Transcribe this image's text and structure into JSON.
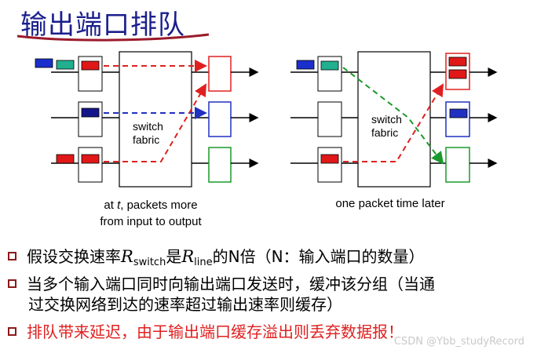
{
  "title": "输出端口排队",
  "diagram": {
    "left": {
      "fabric_line1": "switch",
      "fabric_line2": "fabric",
      "caption_prefix": "at ",
      "caption_t": "t",
      "caption_rest": ", packets more",
      "caption_line2": "from input to output"
    },
    "right": {
      "fabric_line1": "switch",
      "fabric_line2": "fabric",
      "caption": "one packet time later"
    }
  },
  "bullets": {
    "b1_prefix": "假设交换速率",
    "b1_R1": "R",
    "b1_sub1": "switch",
    "b1_mid": "是",
    "b1_R2": "R",
    "b1_sub2": "line",
    "b1_suffix": "的N倍（N：输入端口的数量）",
    "b2_line1": "当多个输入端口同时向输出端口发送时，缓冲该分组（当通",
    "b2_line2": "过交换网络到达的速率超过输出速率则缓存）",
    "b3": "排队带来延迟，由于输出端口缓存溢出则丢弃数据报！"
  },
  "watermark": "CSDN @Ybb_studyRecord",
  "colors": {
    "title": "#1a1f8c",
    "underline": "#9a1a2a",
    "red": "#e02020",
    "blue": "#1a1fa0",
    "green": "#1a9a2a",
    "teal": "#20b090"
  }
}
